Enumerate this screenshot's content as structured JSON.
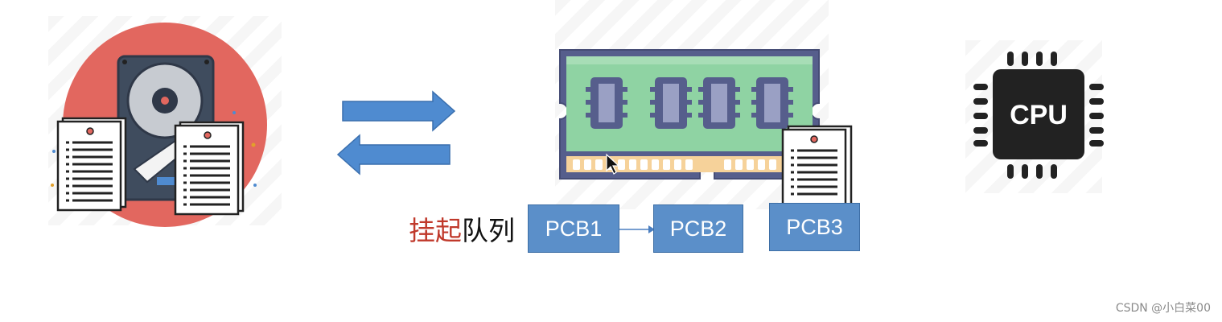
{
  "queue": {
    "label_red": "挂起",
    "label_black": "队列",
    "red_color": "#c0392b"
  },
  "pcbs": [
    {
      "label": "PCB1"
    },
    {
      "label": "PCB2"
    },
    {
      "label": "PCB3"
    }
  ],
  "cpu": {
    "label": "CPU"
  },
  "watermark": "CSDN @小白菜00",
  "colors": {
    "arrow_blue": "#4f8bd0",
    "disk_circle": "#e2675f",
    "ram_green": "#8fd3a3",
    "ram_frame": "#565e8c",
    "cpu_body": "#222222"
  },
  "icons": [
    "hard-disk-icon",
    "document-icon",
    "ram-module-icon",
    "cpu-chip-icon",
    "mouse-cursor-icon"
  ]
}
